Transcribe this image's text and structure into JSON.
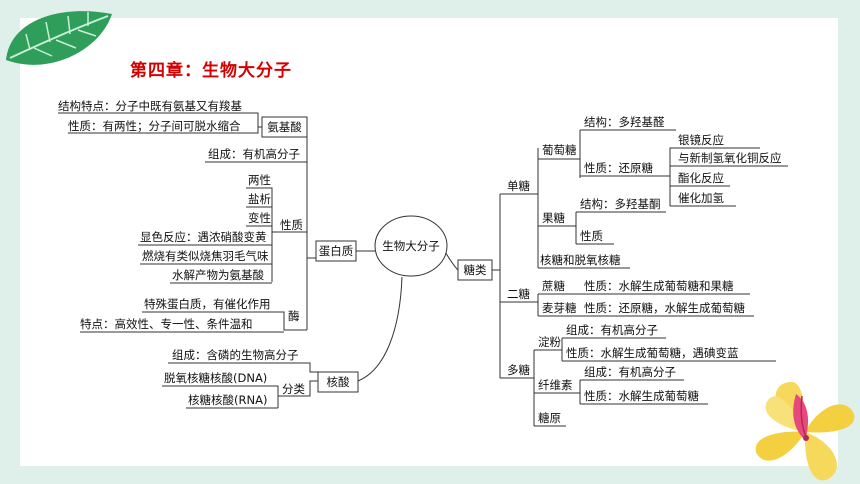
{
  "title": "第四章：生物大分子",
  "center": "生物大分子",
  "amino_acid": {
    "label": "氨基酸",
    "structure": "结构特点：分子中既有氨基又有羧基",
    "property": "性质：有两性；分子间可脱水缩合"
  },
  "protein": {
    "label": "蛋白质",
    "composition": "组成：有机高分子",
    "property_label": "性质",
    "properties": [
      "两性",
      "盐析",
      "变性",
      "显色反应：遇浓硝酸变黄",
      "燃烧有类似烧焦羽毛气味",
      "水解产物为氨基酸"
    ],
    "enzyme_label": "酶",
    "enzyme_items": [
      "特殊蛋白质，有催化作用",
      "特点：高效性、专一性、条件温和"
    ]
  },
  "nucleic_acid": {
    "label": "核酸",
    "composition": "组成：含磷的生物高分子",
    "class_label": "分类",
    "classes": [
      "脱氧核糖核酸(DNA)",
      "核糖核酸(RNA)"
    ]
  },
  "sugar": {
    "label": "糖类",
    "mono": {
      "label": "单糖",
      "glucose": {
        "label": "葡萄糖",
        "structure": "结构：多羟基醛",
        "property": "性质：还原糖",
        "reactions": [
          "银镜反应",
          "与新制氢氧化铜反应",
          "酯化反应",
          "催化加氢"
        ]
      },
      "fructose": {
        "label": "果糖",
        "structure": "结构：多羟基酮",
        "property": "性质"
      },
      "ribose": "核糖和脱氧核糖"
    },
    "di": {
      "label": "二糖",
      "sucrose": {
        "label": "蔗糖",
        "property": "性质：水解生成葡萄糖和果糖"
      },
      "maltose": {
        "label": "麦芽糖",
        "property": "性质：还原糖，水解生成葡萄糖"
      }
    },
    "poly": {
      "label": "多糖",
      "starch": {
        "label": "淀粉",
        "composition": "组成：有机高分子",
        "property": "性质：水解生成葡萄糖，遇碘变蓝"
      },
      "cellulose": {
        "label": "纤维素",
        "composition": "组成：有机高分子",
        "property": "性质：水解生成葡萄糖"
      },
      "glycogen": "糖原"
    }
  }
}
